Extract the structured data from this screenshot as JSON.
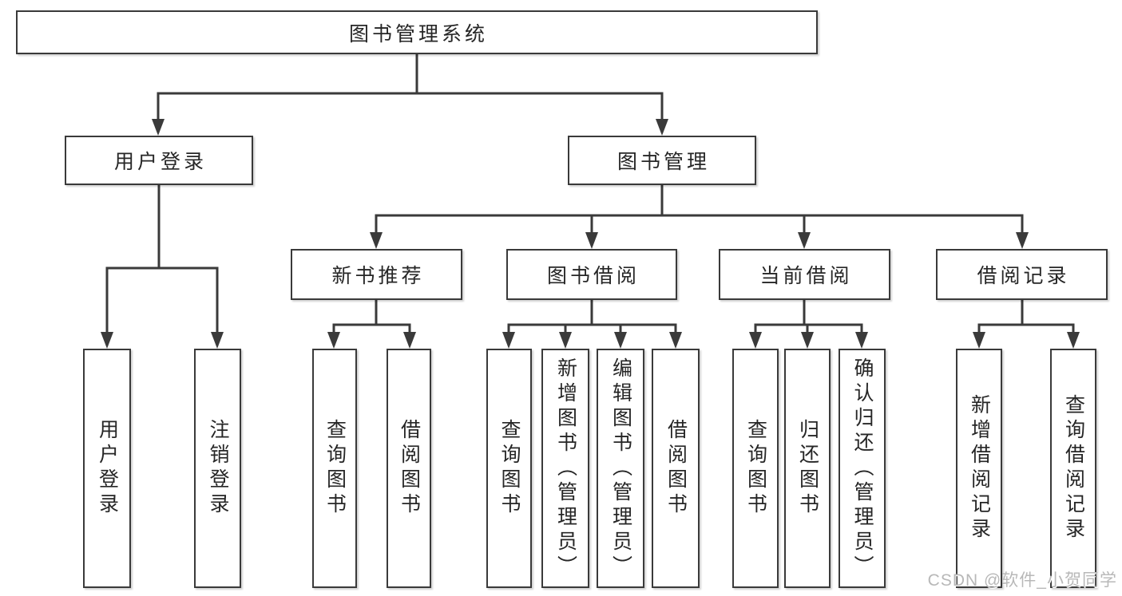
{
  "diagram": {
    "title": "图书管理系统",
    "level1": {
      "user_login": "用户登录",
      "book_mgmt": "图书管理"
    },
    "level2": {
      "new_books": "新书推荐",
      "book_borrow": "图书借阅",
      "current_borrow": "当前借阅",
      "borrow_records": "借阅记录"
    },
    "leaves": {
      "user_login": "用户登录",
      "logout": "注销登录",
      "nb_query": "查询图书",
      "nb_borrow": "借阅图书",
      "bb_query": "查询图书",
      "bb_add": "新增图书（管理员）",
      "bb_edit": "编辑图书（管理员）",
      "bb_borrow": "借阅图书",
      "cb_query": "查询图书",
      "cb_return": "归还图书",
      "cb_confirm": "确认归还（管理员）",
      "br_add": "新增借阅记录",
      "br_query": "查询借阅记录"
    },
    "watermark": "CSDN @软件_小贺同学",
    "colors": {
      "line": "#3a3a3a",
      "box_border": "#3a3a3a",
      "text": "#262626",
      "watermark": "#b8b8b8",
      "background": "#ffffff"
    }
  }
}
